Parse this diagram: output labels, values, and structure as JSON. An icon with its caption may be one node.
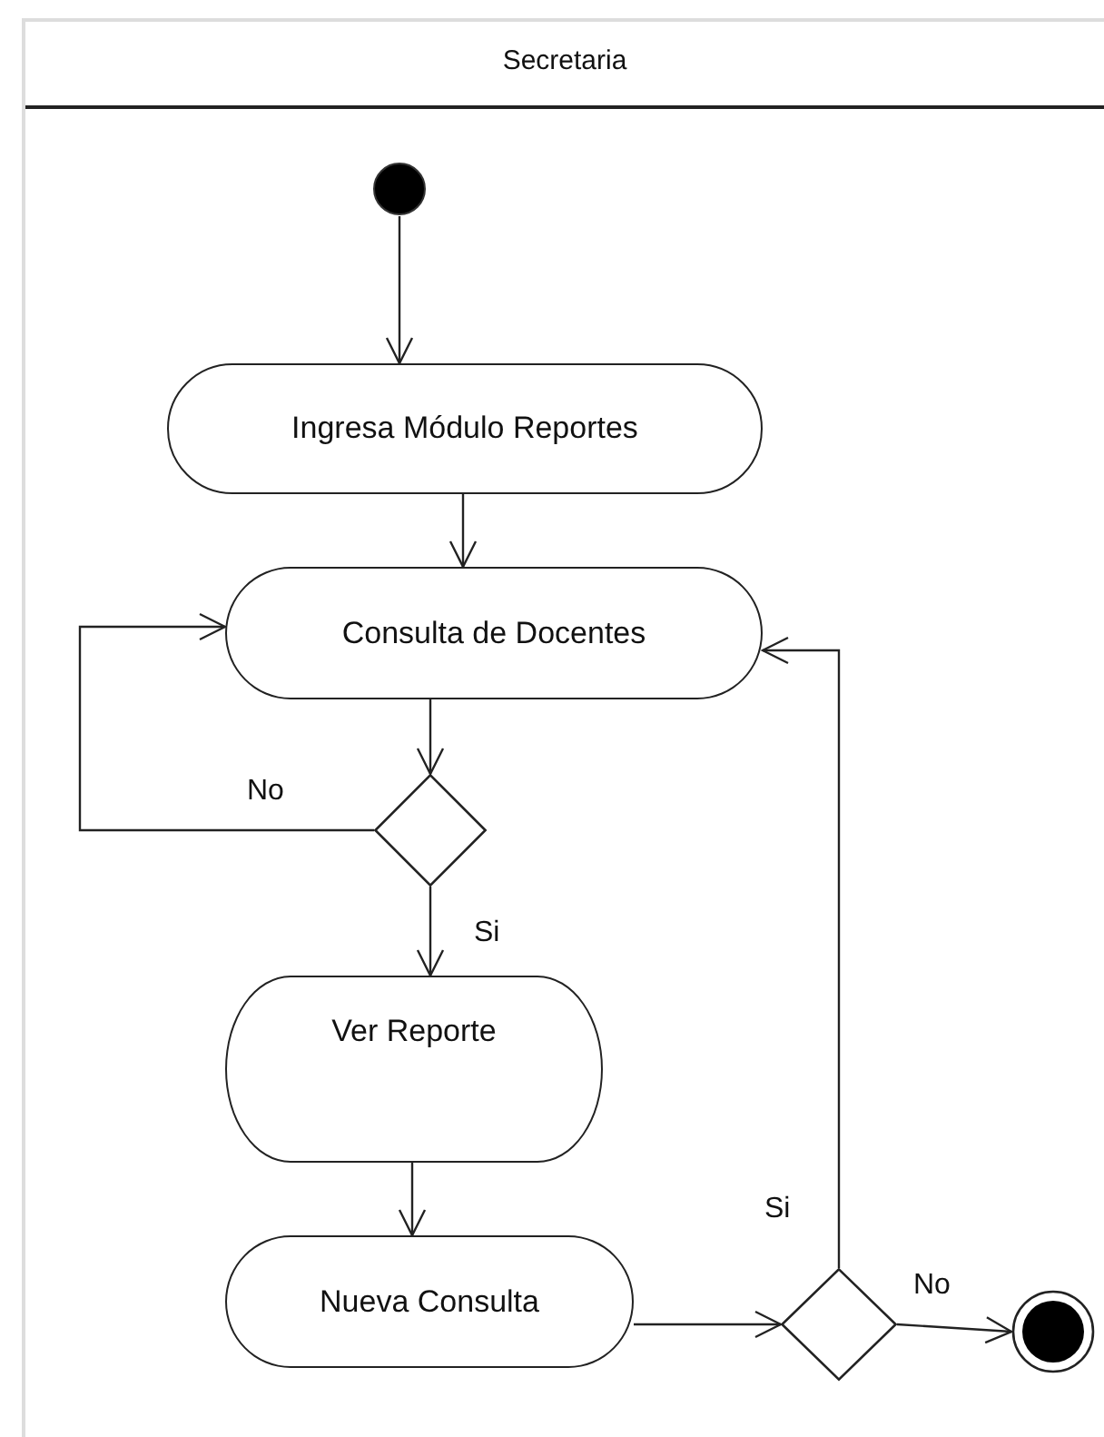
{
  "diagram": {
    "nodes": [
      {
        "text": [
          "Secretaria"
        ]
      },
      {
        "text": [],
        "shape": "circle",
        "in": 0
      },
      {
        "text": [
          "Ingresa Módulo Reportes"
        ],
        "in": 0
      },
      {
        "text": [
          "Consulta de Docentes"
        ],
        "in": 0
      },
      {
        "text": [],
        "shape": "diamond",
        "in": 0
      },
      {
        "text": [
          "Ver Reporte"
        ],
        "in": 0
      },
      {
        "text": [
          "Nueva Consulta"
        ],
        "in": 0
      },
      {
        "text": [],
        "shape": "diamond",
        "in": 0
      },
      {
        "text": [],
        "shape": "bullseye",
        "in": 0
      }
    ],
    "edges": [
      {
        "from": 1,
        "to": 2,
        "arrow": "to"
      },
      {
        "from": 2,
        "to": 3,
        "arrow": "to"
      },
      {
        "from": 3,
        "to": 4,
        "arrow": "to"
      },
      {
        "from": 4,
        "to": 3,
        "arrow": "to",
        "label": "No"
      },
      {
        "from": 4,
        "to": 5,
        "arrow": "to",
        "label": "Si"
      },
      {
        "from": 5,
        "to": 6,
        "arrow": "to"
      },
      {
        "from": 6,
        "to": 7,
        "arrow": "to"
      },
      {
        "from": 7,
        "to": 3,
        "arrow": "to",
        "label": "Si"
      },
      {
        "from": 7,
        "to": 8,
        "arrow": "to",
        "label": "No"
      }
    ]
  }
}
